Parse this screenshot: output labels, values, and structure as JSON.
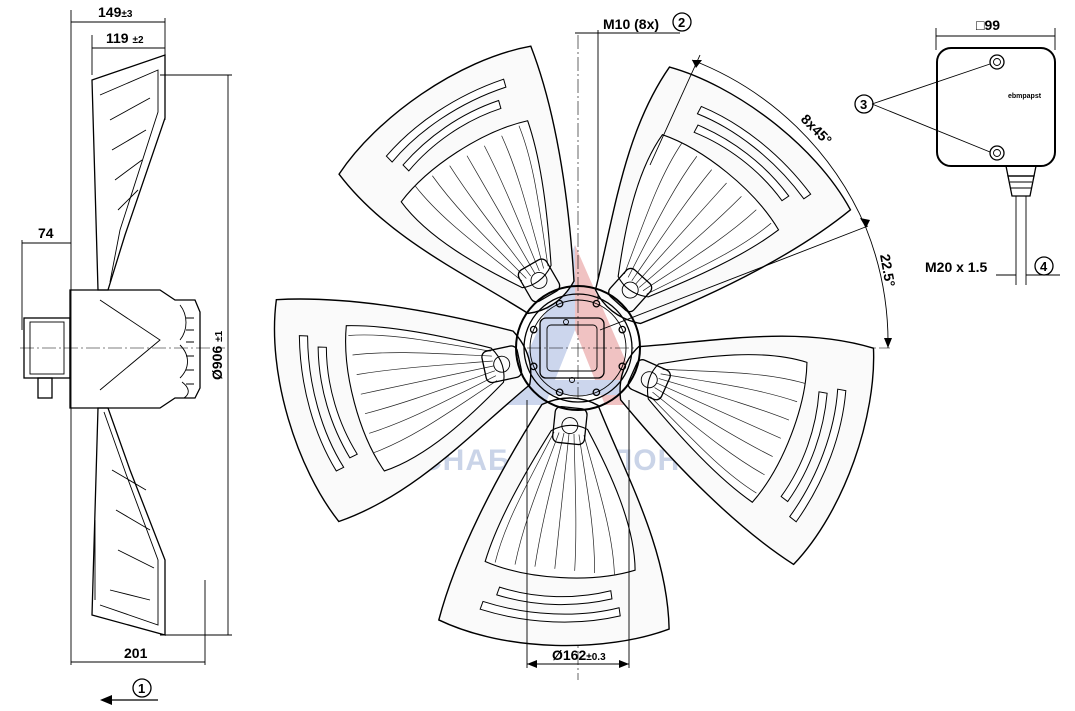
{
  "dimensions": {
    "overall_depth": "149",
    "overall_depth_tol": "±3",
    "blade_depth": "119",
    "blade_depth_tol": "±2",
    "motor_offset": "74",
    "diameter": "Ø906",
    "diameter_tol": "±1",
    "base_width": "201",
    "thread": "M10 (8x)",
    "angle_pitch": "8x45°",
    "angle_offset": "22.5°",
    "hole_circle": "Ø162",
    "hole_circle_tol": "±0.3",
    "terminal_box": "□99",
    "cable_gland": "M20 x 1.5"
  },
  "callouts": {
    "c1": "1",
    "c2": "2",
    "c3": "3",
    "c4": "4"
  },
  "labels": {
    "box_brand": "ebmpapst"
  },
  "watermark": {
    "text": "СНАБ-АСПИЛОН",
    "color": "#9fb2d6",
    "logo_red": "#e07a7a",
    "logo_blue": "#8fa6d8"
  }
}
